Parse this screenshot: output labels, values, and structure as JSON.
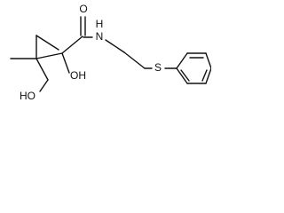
{
  "structure": {
    "atom_labels": {
      "oxygen_carbonyl": "O",
      "nitrogen_amide": "N",
      "hydrogen_amide": "H",
      "hydroxyl_secondary": "OH",
      "hydroxyl_primary": "HO",
      "sulfur_thioether": "S"
    }
  },
  "colors": {
    "bond": "#111111",
    "label": "#111111",
    "background": "#ffffff"
  }
}
